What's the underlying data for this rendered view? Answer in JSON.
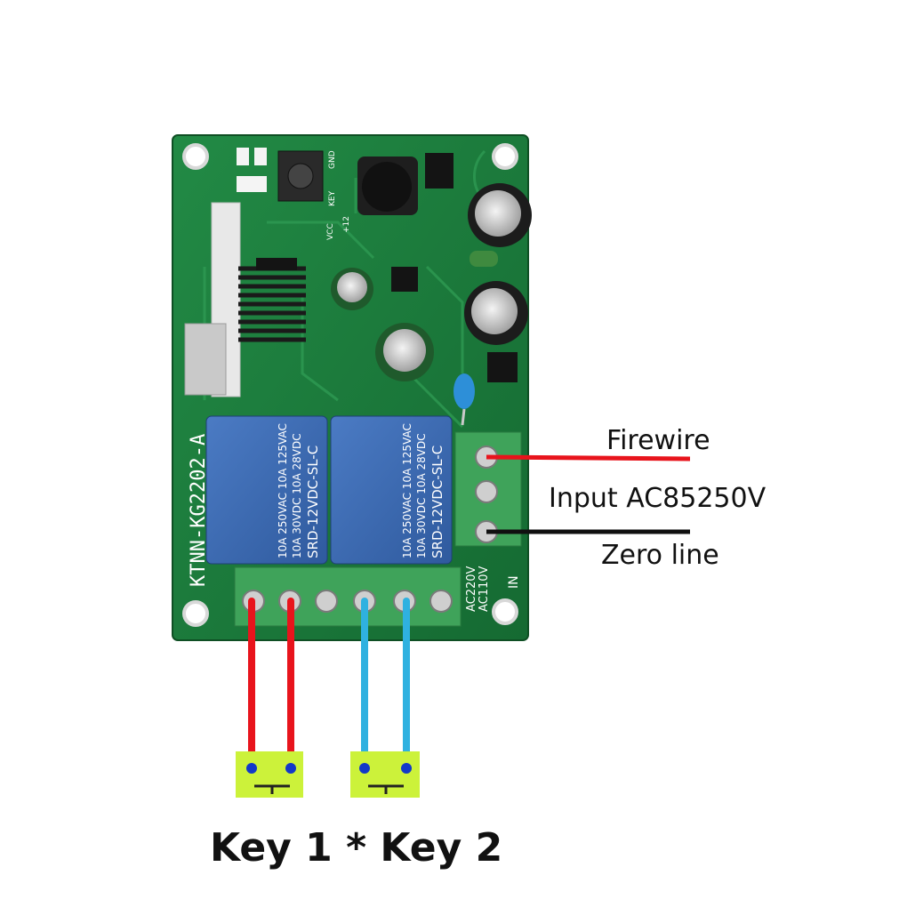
{
  "board": {
    "model": "KTNN-KG2202-A",
    "relay_line1": "10A 250VAC 10A 125VAC",
    "relay_line2": "10A 30VDC 10A 28VDC",
    "relay_model": "SRD-12VDC-SL-C",
    "terminal_ac220": "AC220V",
    "terminal_ac110": "AC110V",
    "terminal_in": "IN",
    "silk_key": "KEY",
    "silk_vcc": "VCC",
    "silk_gnd": "GND",
    "silk_plus12": "+12"
  },
  "labels": {
    "firewire": "Firewire",
    "input": "Input AC85250V",
    "zero_line": "Zero line",
    "keys": "Key 1 * Key 2"
  },
  "colors": {
    "pcb": "#1b7a3a",
    "relay": "#3b69b2",
    "terminal": "#3fa35a",
    "wire_live": "#e8141c",
    "wire_neutral": "#101010",
    "wire_key2": "#2fb1e0",
    "key_pad": "#ccf23a",
    "key_dot": "#1238c8"
  }
}
